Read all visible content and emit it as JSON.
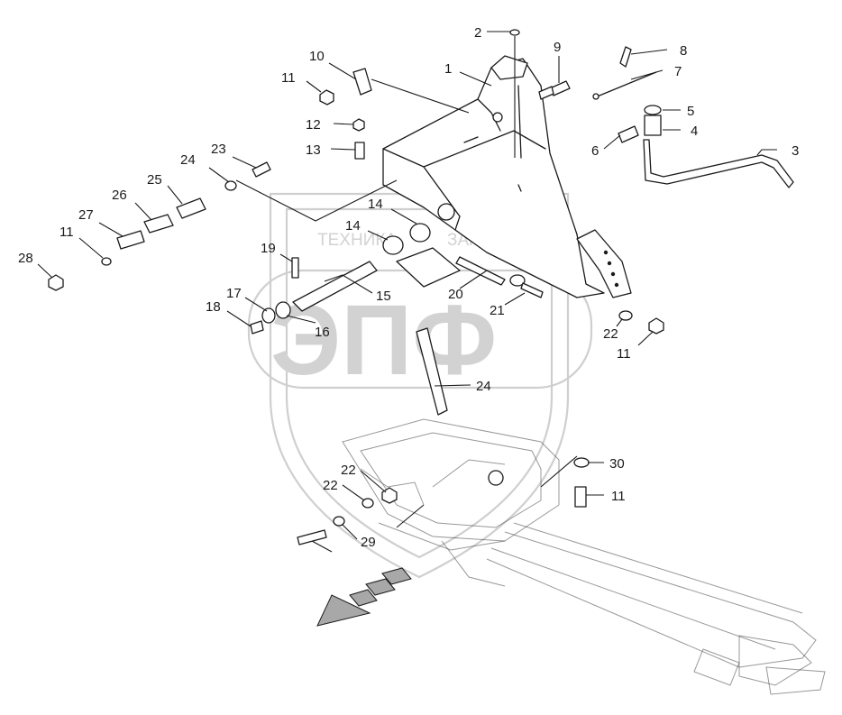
{
  "watermark": {
    "line1": "ТЕХНИКА",
    "line2": "ЗАПЧАСТИ",
    "logo": "ЭПФ"
  },
  "colors": {
    "ink": "#1a1a1a",
    "watermark": "#cfcfcf",
    "arrow_fill": "#a8a8a8"
  },
  "callouts": [
    {
      "id": "c1",
      "text": "1"
    },
    {
      "id": "c2",
      "text": "2"
    },
    {
      "id": "c3",
      "text": "3"
    },
    {
      "id": "c4",
      "text": "4"
    },
    {
      "id": "c5",
      "text": "5"
    },
    {
      "id": "c6",
      "text": "6"
    },
    {
      "id": "c7",
      "text": "7"
    },
    {
      "id": "c8",
      "text": "8"
    },
    {
      "id": "c9",
      "text": "9"
    },
    {
      "id": "c10",
      "text": "10"
    },
    {
      "id": "c11a",
      "text": "11"
    },
    {
      "id": "c12",
      "text": "12"
    },
    {
      "id": "c13",
      "text": "13"
    },
    {
      "id": "c14a",
      "text": "14"
    },
    {
      "id": "c14b",
      "text": "14"
    },
    {
      "id": "c15",
      "text": "15"
    },
    {
      "id": "c16",
      "text": "16"
    },
    {
      "id": "c17",
      "text": "17"
    },
    {
      "id": "c18",
      "text": "18"
    },
    {
      "id": "c19",
      "text": "19"
    },
    {
      "id": "c20",
      "text": "20"
    },
    {
      "id": "c21",
      "text": "21"
    },
    {
      "id": "c22a",
      "text": "22"
    },
    {
      "id": "c11b",
      "text": "11"
    },
    {
      "id": "c23",
      "text": "23"
    },
    {
      "id": "c24a",
      "text": "24"
    },
    {
      "id": "c25",
      "text": "25"
    },
    {
      "id": "c26",
      "text": "26"
    },
    {
      "id": "c27",
      "text": "27"
    },
    {
      "id": "c11c",
      "text": "11"
    },
    {
      "id": "c28",
      "text": "28"
    },
    {
      "id": "c24b",
      "text": "24"
    },
    {
      "id": "c30",
      "text": "30"
    },
    {
      "id": "c11d",
      "text": "11"
    },
    {
      "id": "c22b",
      "text": "22"
    },
    {
      "id": "c22c",
      "text": "22"
    },
    {
      "id": "c29",
      "text": "29"
    }
  ]
}
